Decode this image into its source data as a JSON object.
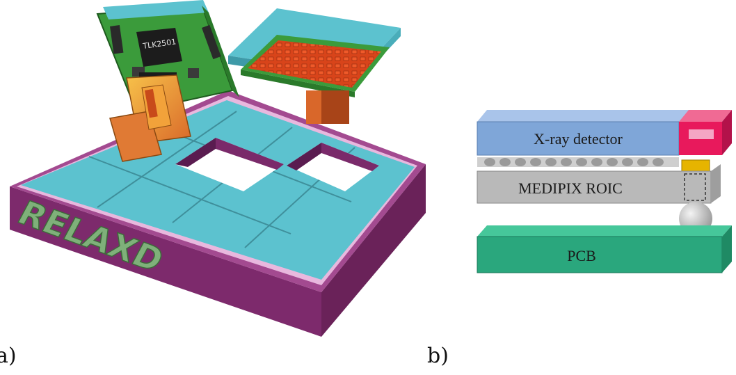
{
  "panel_a": {
    "label": "a)",
    "frame_text": "RELAXD",
    "chip_marking": "TLK2501",
    "colors": {
      "frame": "#7d2a6c",
      "tile": "#5cc2cf",
      "board": "#3b9b3b",
      "connector": "#e08a2a",
      "bumps": "#e0441c"
    }
  },
  "panel_b": {
    "label": "b)",
    "layers": [
      {
        "text": "X-ray detector",
        "color": "#7fa6d8"
      },
      {
        "text": "MEDIPIX ROIC",
        "color": "#b9b9b9"
      },
      {
        "text": "PCB",
        "color": "#2aa77d"
      }
    ],
    "colors": {
      "pad": "#e8195c",
      "via": "#e6b400",
      "ball": "#c8c8c8"
    }
  }
}
